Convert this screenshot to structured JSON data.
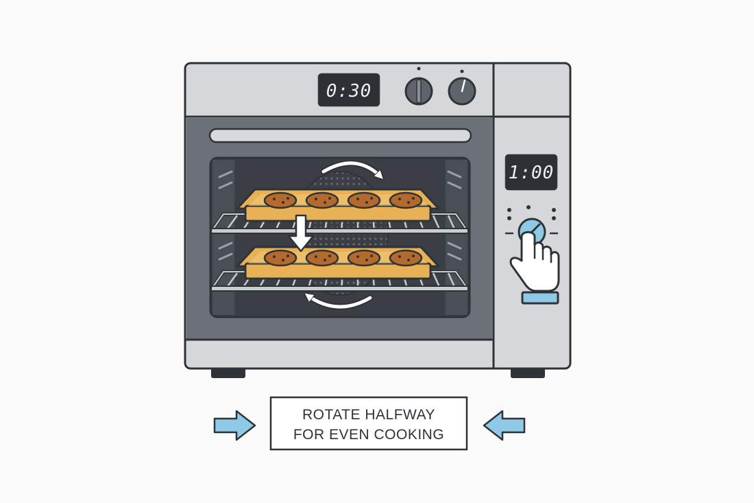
{
  "displays": {
    "top_timer": "0:30",
    "side_timer": "1:00"
  },
  "caption": {
    "line1": "ROTATE HALFWAY",
    "line2": "FOR EVEN COOKING"
  },
  "icons": {
    "rotate_top": "curved-arrow-right-icon",
    "rotate_bottom": "curved-arrow-left-icon",
    "swap_down": "arrow-down-icon",
    "pointer": "pointing-hand-icon",
    "caption_left": "arrow-right-icon",
    "caption_right": "arrow-left-icon"
  },
  "colors": {
    "oven_body": "#d6d7d9",
    "oven_door": "#6c7178",
    "cavity": "#3b3f45",
    "tray": "#e8b155",
    "cookie": "#b36a2c",
    "accent": "#8ecae6",
    "outline": "#2e3338"
  }
}
